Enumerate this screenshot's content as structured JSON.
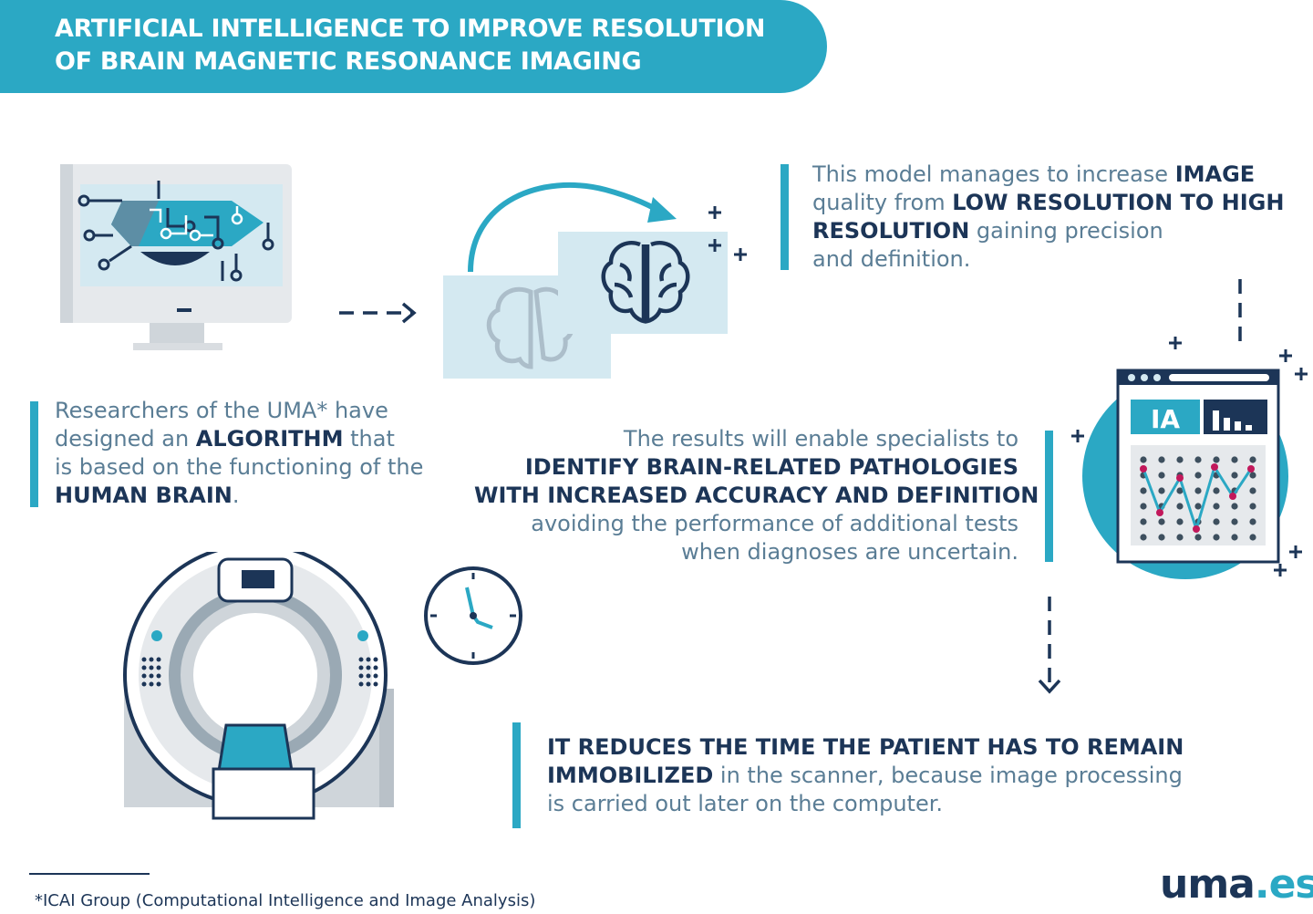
{
  "header": {
    "title_line1": "ARTIFICIAL INTELLIGENCE TO IMPROVE RESOLUTION",
    "title_line2": "OF BRAIN MAGNETIC RESONANCE IMAGING"
  },
  "blocks": {
    "model": {
      "l1a": "This model manages to increase ",
      "l1b": "IMAGE",
      "l2a": "quality from ",
      "l2b": "LOW RESOLUTION TO HIGH",
      "l3a": "RESOLUTION",
      "l3b": " gaining precision",
      "l4": "and definition."
    },
    "researchers": {
      "l1": "Researchers of the UMA* have",
      "l2a": "designed an ",
      "l2b": "ALGORITHM",
      "l2c": " that",
      "l3": "is based on the functioning of the",
      "l4a": "HUMAN BRAIN",
      "l4b": "."
    },
    "results": {
      "l1": "The results will enable specialists to",
      "l2": "IDENTIFY BRAIN-RELATED PATHOLOGIES",
      "l3": "WITH INCREASED ACCURACY AND DEFINITION",
      "l4": "avoiding the performance of additional tests",
      "l5": "when diagnoses are uncertain."
    },
    "time": {
      "l1": "IT REDUCES THE TIME THE PATIENT HAS TO REMAIN",
      "l2a": "IMMOBILIZED",
      "l2b": " in the scanner, because image processing",
      "l3": "is carried out later on the computer."
    }
  },
  "dashboard": {
    "label": "IA"
  },
  "footnote": "*ICAI Group (Computational Intelligence and Image Analysis)",
  "logo": {
    "uma": "uma",
    "dot": ".",
    "es": "es"
  },
  "colors": {
    "accent": "#2ba8c4",
    "navy": "#1c3557",
    "body_text": "#5a7d95",
    "light_panel": "#d4e9f1",
    "grey": "#e6e9ec"
  }
}
